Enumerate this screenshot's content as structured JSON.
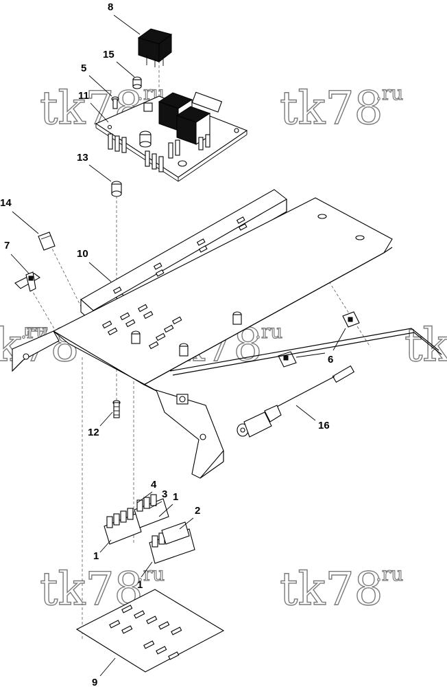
{
  "watermark": {
    "text": "tk78",
    "suffix": ".ru"
  },
  "callouts": {
    "c1": "1",
    "c1b": "1",
    "c1c": "1",
    "c2": "2",
    "c3": "3",
    "c4": "4",
    "c5": "5",
    "c6": "6",
    "c7": "7",
    "c8": "8",
    "c9": "9",
    "c10": "10",
    "c11": "11",
    "c12": "12",
    "c13": "13",
    "c14": "14",
    "c15": "15",
    "c16": "16"
  },
  "colors": {
    "line": "#000000",
    "watermark_stroke": "#7a7a7a",
    "background": "#ffffff"
  }
}
